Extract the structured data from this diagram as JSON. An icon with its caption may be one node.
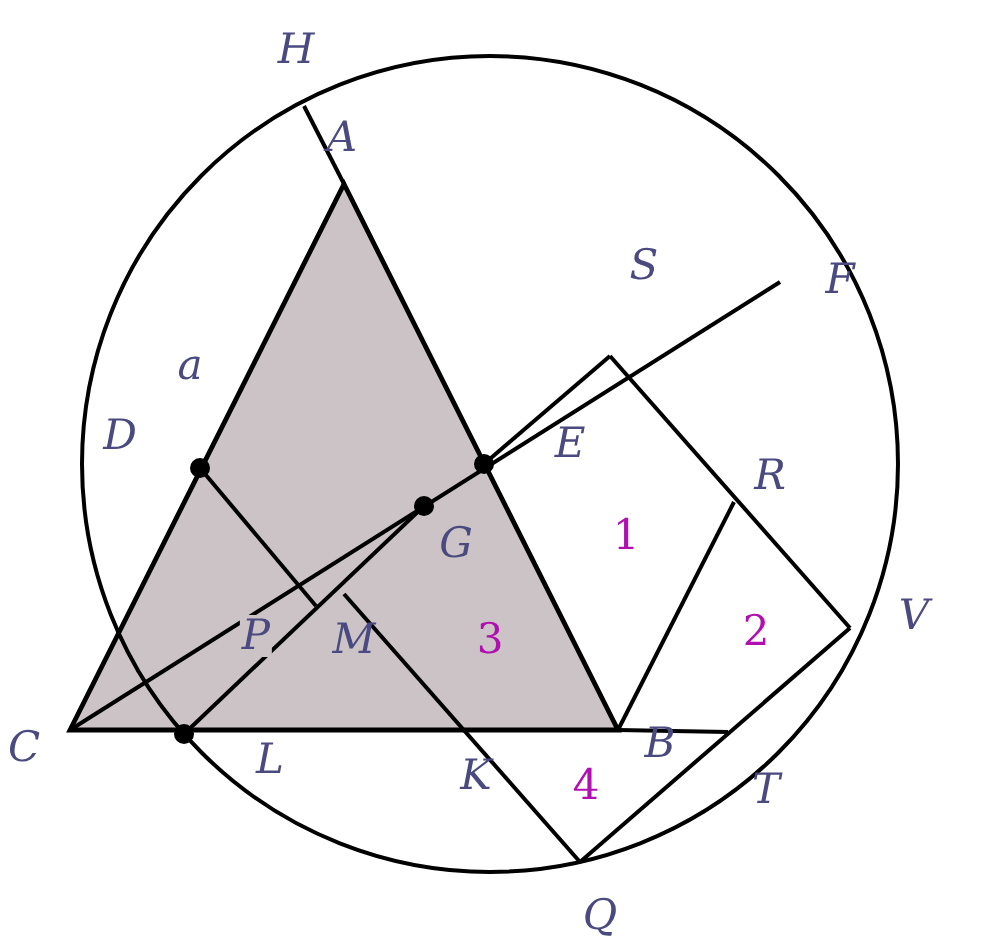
{
  "diagram": {
    "labels": [
      "H",
      "A",
      "S",
      "F",
      "a",
      "D",
      "E",
      "R",
      "G",
      "1",
      "P",
      "M",
      "3",
      "2",
      "V",
      "C",
      "B",
      "L",
      "K",
      "4",
      "T",
      "Q"
    ]
  }
}
